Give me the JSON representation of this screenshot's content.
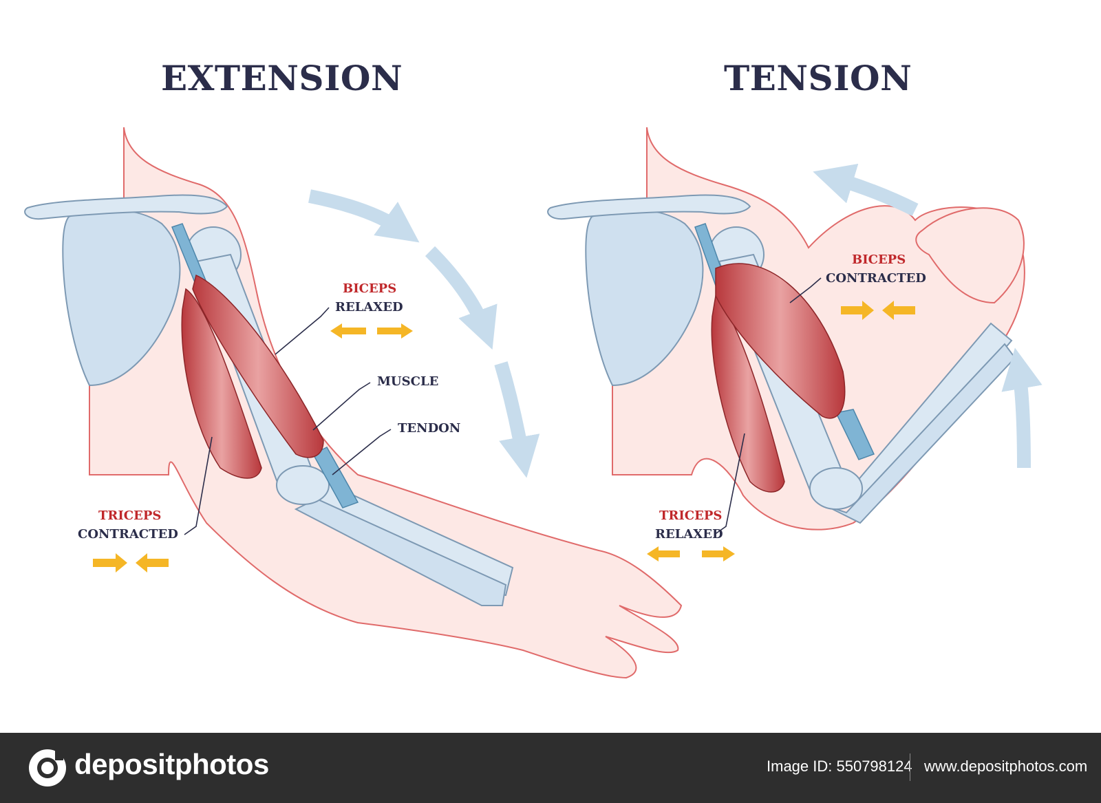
{
  "panels": {
    "left_title": "EXTENSION",
    "right_title": "TENSION"
  },
  "labels": {
    "biceps_left": "BICEPS",
    "relaxed_left": "RELAXED",
    "muscle": "MUSCLE",
    "tendon": "TENDON",
    "triceps_left": "TRICEPS",
    "contracted_left": "CONTRACTED",
    "biceps_right": "BICEPS",
    "contracted_right": "CONTRACTED",
    "triceps_right": "TRICEPS",
    "relaxed_right": "RELAXED"
  },
  "footer": {
    "brand": "depositphotos",
    "image_id": "Image ID: 550798124",
    "site": "www.depositphotos.com"
  },
  "colors": {
    "title": "#2b2d4a",
    "label_red": "#c0282b",
    "muscle": "#c94447",
    "bone": "#cfe0ef",
    "tendon": "#7fb4d4",
    "skin_outline": "#e06a6a",
    "skin_fill": "#fbe3e0",
    "motion_arrow": "#c7dcec",
    "indicator_arrow": "#f5b626",
    "footer_bg": "#2e2e2e"
  }
}
